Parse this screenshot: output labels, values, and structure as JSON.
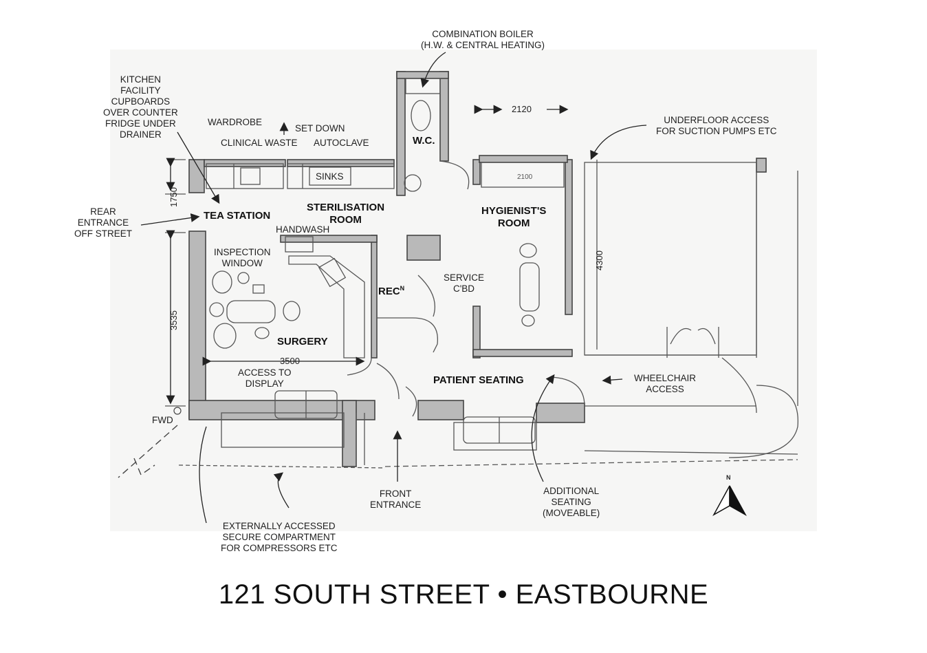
{
  "title": "121 SOUTH STREET • EASTBOURNE",
  "rooms": {
    "tea_station": "TEA STATION",
    "sterilisation": "STERILISATION\nROOM",
    "wc": "W.C.",
    "hygienist": "HYGIENIST'S\nROOM",
    "rec_main": "REC",
    "rec_sup": "N",
    "surgery": "SURGERY",
    "patient_seating": "PATIENT SEATING"
  },
  "annotations": {
    "combination_boiler": "COMBINATION BOILER\n(H.W. & CENTRAL HEATING)",
    "kitchen_facility": "KITCHEN\nFACILITY\nCUPBOARDS\nOVER COUNTER\nFRIDGE UNDER\nDRAINER",
    "wardrobe": "WARDROBE",
    "set_down": "SET DOWN",
    "clinical_waste": "CLINICAL WASTE",
    "autoclave": "AUTOCLAVE",
    "sinks": "SINKS",
    "handwash": "HANDWASH",
    "rear_entrance": "REAR\nENTRANCE\nOFF STREET",
    "inspection_window": "INSPECTION\nWINDOW",
    "underfloor_access": "UNDERFLOOR ACCESS\nFOR SUCTION PUMPS ETC",
    "service_cbd": "SERVICE\nC'BD",
    "access_to_display": "ACCESS TO\nDISPLAY",
    "wheelchair_access": "WHEELCHAIR\nACCESS",
    "fwd": "FWD",
    "front_entrance": "FRONT\nENTRANCE",
    "additional_seating": "ADDITIONAL\nSEATING\n(MOVEABLE)",
    "external_compartment": "EXTERNALLY ACCESSED\nSECURE COMPARTMENT\nFOR COMPRESSORS ETC"
  },
  "dimensions": {
    "d2120": "2120",
    "d1750": "1750",
    "d3535": "3535",
    "d3500": "3500",
    "d4300": "4300",
    "d2100": "2100"
  },
  "north_label": "N"
}
